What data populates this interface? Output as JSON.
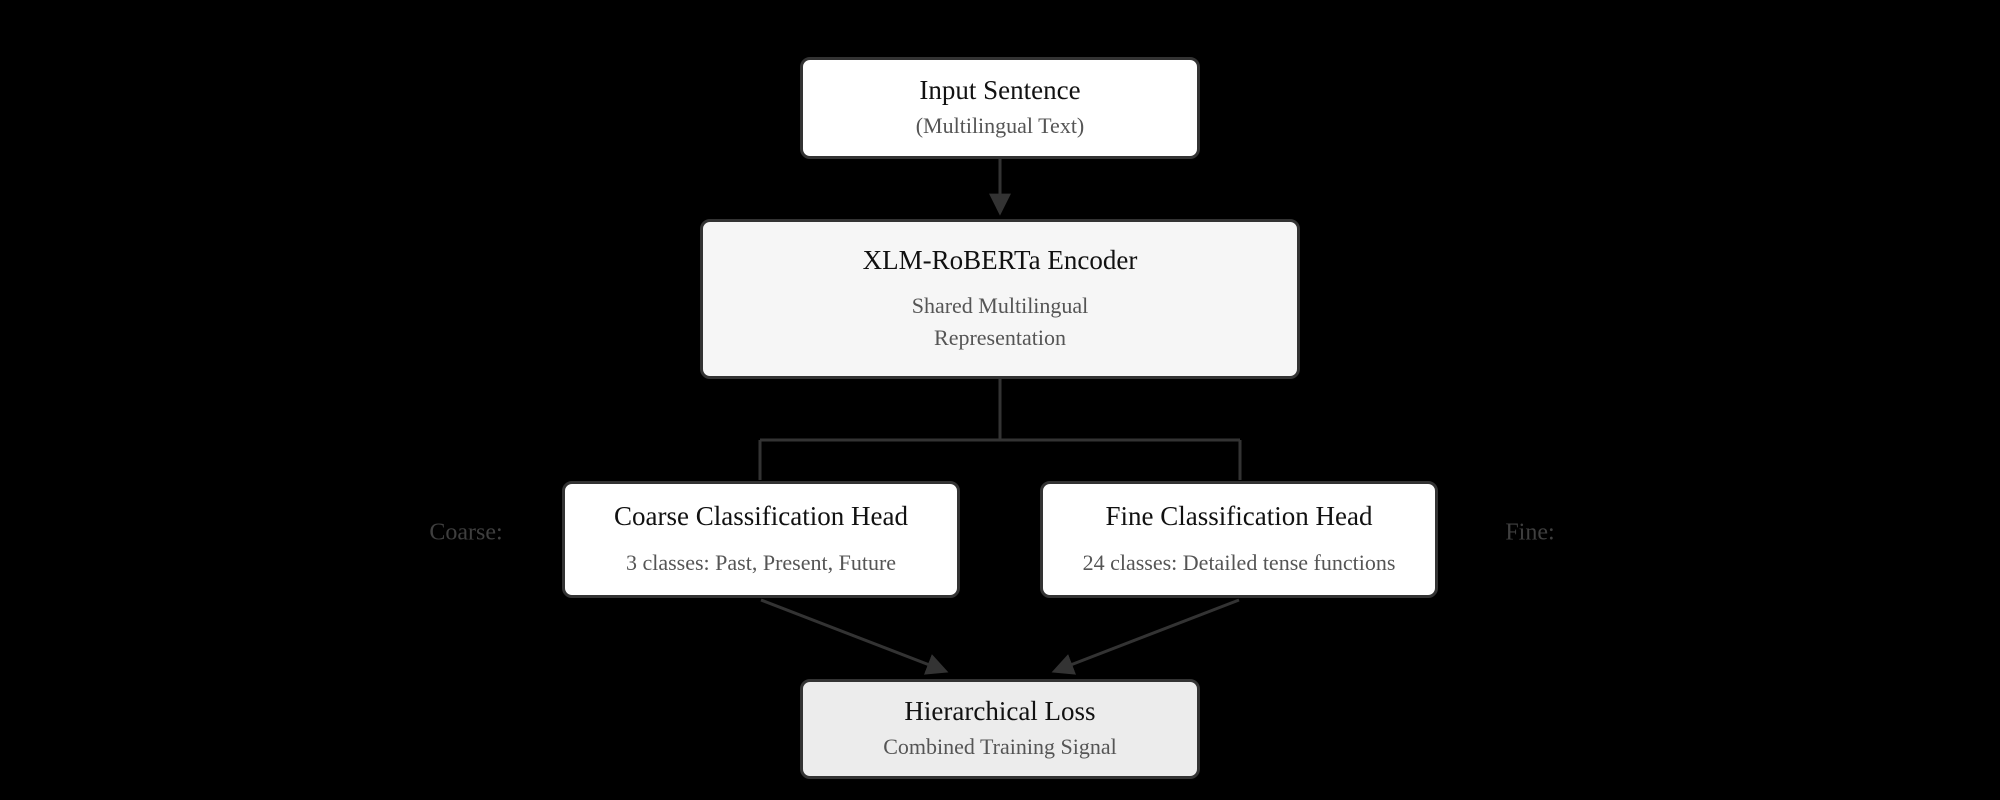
{
  "diagram": {
    "nodes": {
      "input": {
        "title": "Input Sentence",
        "subtitle": "(Multilingual Text)"
      },
      "encoder": {
        "title": "XLM-RoBERTa Encoder",
        "subtitle_lines": [
          "Shared Multilingual",
          "Representation"
        ]
      },
      "coarse": {
        "title": "Coarse Classification Head",
        "subtitle": "3 classes: Past, Present, Future"
      },
      "fine": {
        "title": "Fine Classification Head",
        "subtitle": "24 classes: Detailed tense functions"
      },
      "loss": {
        "title": "Hierarchical Loss",
        "subtitle": "Combined Training Signal"
      }
    },
    "edge_labels": {
      "coarse": "Coarse:",
      "fine": "Fine:"
    },
    "colors": {
      "background": "#000000",
      "node_border": "#333333",
      "connector": "#333333",
      "node_fill_white": "#ffffff",
      "node_fill_encoder": "#f6f6f6",
      "node_fill_loss": "#ececec",
      "title_text": "#111111",
      "subtitle_text": "#555555",
      "edge_label_text": "#3f3f3f"
    }
  }
}
